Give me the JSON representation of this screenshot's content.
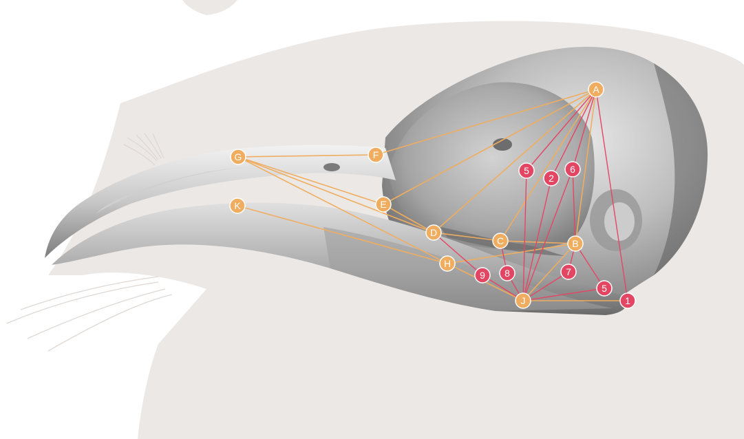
{
  "diagram": {
    "colors": {
      "background": "#ffffff",
      "silhouette": "#ece8e5",
      "skull_light": "#dcdcdc",
      "skull_dark": "#6f6f6f",
      "landmark_orange": "#f0ad5f",
      "landmark_red": "#e34663",
      "label_text": "#ffffff"
    },
    "orange_landmarks": [
      {
        "id": "A",
        "label": "A"
      },
      {
        "id": "B",
        "label": "B"
      },
      {
        "id": "C",
        "label": "C"
      },
      {
        "id": "D",
        "label": "D"
      },
      {
        "id": "E",
        "label": "E"
      },
      {
        "id": "F",
        "label": "F"
      },
      {
        "id": "G",
        "label": "G"
      },
      {
        "id": "H",
        "label": "H"
      },
      {
        "id": "J",
        "label": "J"
      },
      {
        "id": "K",
        "label": "K"
      }
    ],
    "red_landmarks": [
      {
        "id": "r1",
        "label": "1"
      },
      {
        "id": "r2",
        "label": "2"
      },
      {
        "id": "r5a",
        "label": "5"
      },
      {
        "id": "r5b",
        "label": "5"
      },
      {
        "id": "r6",
        "label": "6"
      },
      {
        "id": "r7",
        "label": "7"
      },
      {
        "id": "r8",
        "label": "8"
      },
      {
        "id": "r9",
        "label": "9"
      }
    ],
    "orange_links": [
      [
        "A",
        "F"
      ],
      [
        "A",
        "E"
      ],
      [
        "A",
        "D"
      ],
      [
        "A",
        "C"
      ],
      [
        "A",
        "B"
      ],
      [
        "G",
        "F"
      ],
      [
        "G",
        "E"
      ],
      [
        "G",
        "D"
      ],
      [
        "E",
        "D"
      ],
      [
        "D",
        "C"
      ],
      [
        "C",
        "B"
      ],
      [
        "H",
        "B"
      ],
      [
        "K",
        "H"
      ],
      [
        "H",
        "J"
      ],
      [
        "B",
        "J"
      ],
      [
        "J",
        "r1"
      ],
      [
        "G",
        "H"
      ]
    ],
    "red_links": [
      [
        "A",
        "r5a"
      ],
      [
        "A",
        "r2"
      ],
      [
        "A",
        "r6"
      ],
      [
        "A",
        "r1"
      ],
      [
        "r5a",
        "J"
      ],
      [
        "r2",
        "J"
      ],
      [
        "r6",
        "J"
      ],
      [
        "r6",
        "B"
      ],
      [
        "r7",
        "J"
      ],
      [
        "r8",
        "J"
      ],
      [
        "r9",
        "J"
      ],
      [
        "D",
        "r9"
      ],
      [
        "C",
        "r8"
      ],
      [
        "B",
        "r7"
      ],
      [
        "r5b",
        "J"
      ],
      [
        "B",
        "r5b"
      ]
    ]
  }
}
